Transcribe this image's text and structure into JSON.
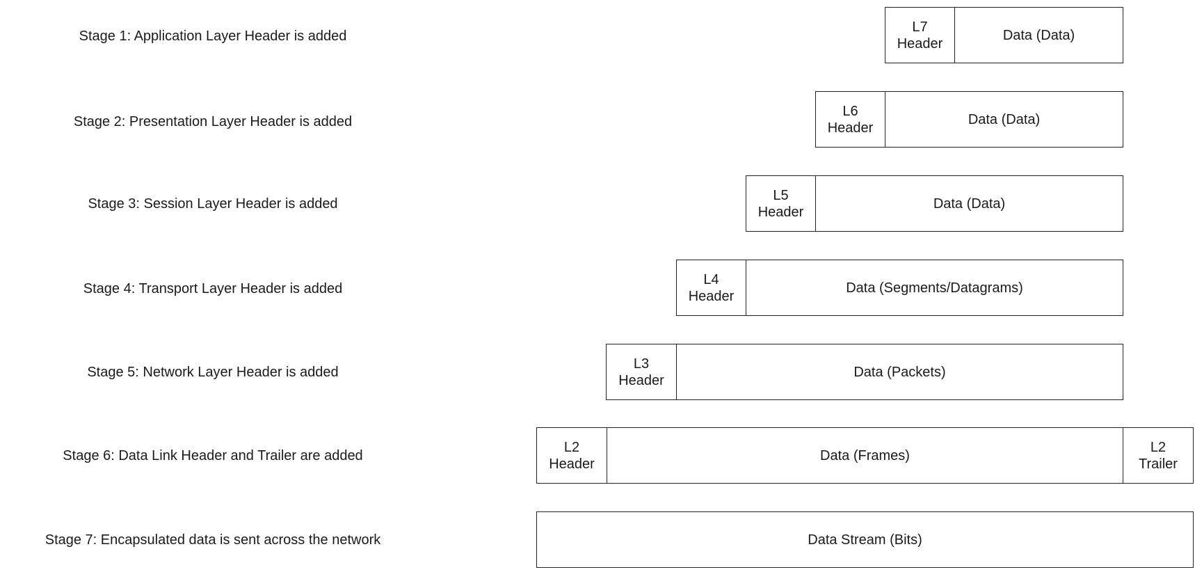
{
  "stages": [
    {
      "label": "Stage 1: Application Layer Header is added",
      "header_line1": "L7",
      "header_line2": "Header",
      "data": "Data (Data)"
    },
    {
      "label": "Stage 2: Presentation Layer Header is added",
      "header_line1": "L6",
      "header_line2": "Header",
      "data": "Data (Data)"
    },
    {
      "label": "Stage 3: Session Layer Header is added",
      "header_line1": "L5",
      "header_line2": "Header",
      "data": "Data (Data)"
    },
    {
      "label": "Stage 4: Transport Layer Header is added",
      "header_line1": "L4",
      "header_line2": "Header",
      "data": "Data (Segments/Datagrams)"
    },
    {
      "label": "Stage 5: Network Layer Header is added",
      "header_line1": "L3",
      "header_line2": "Header",
      "data": "Data (Packets)"
    },
    {
      "label": "Stage 6: Data Link Header and Trailer are added",
      "header_line1": "L2",
      "header_line2": "Header",
      "data": "Data (Frames)",
      "trailer_line1": "L2",
      "trailer_line2": "Trailer"
    },
    {
      "label": "Stage 7: Encapsulated data is sent across the network",
      "data": "Data Stream (Bits)"
    }
  ]
}
